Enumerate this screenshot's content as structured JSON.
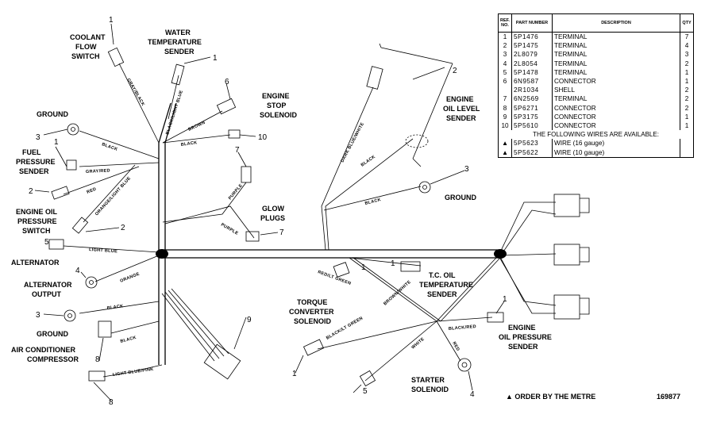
{
  "labels": {
    "coolant_flow_switch": [
      "COOLANT",
      "FLOW",
      "SWITCH"
    ],
    "water_temp_sender": [
      "WATER",
      "TEMPERATURE",
      "SENDER"
    ],
    "engine_stop_solenoid": [
      "ENGINE",
      "STOP",
      "SOLENOID"
    ],
    "ground_top": "GROUND",
    "fuel_pressure_sender": [
      "FUEL",
      "PRESSURE",
      "SENDER"
    ],
    "engine_oil_pressure_switch": [
      "ENGINE OIL",
      "PRESSURE",
      "SWITCH"
    ],
    "alternator": "ALTERNATOR",
    "alternator_output": [
      "ALTERNATOR",
      "OUTPUT"
    ],
    "ground_left": "GROUND",
    "ac_compressor": [
      "AIR CONDITIONER",
      "COMPRESSOR"
    ],
    "glow_plugs": [
      "GLOW",
      "PLUGS"
    ],
    "engine_oil_level_sender": [
      "ENGINE",
      "OIL LEVEL",
      "SENDER"
    ],
    "ground_right": "GROUND",
    "tc_oil_temp_sender": [
      "T.C. OIL",
      "TEMPERATURE",
      "SENDER"
    ],
    "torque_converter_solenoid": [
      "TORQUE",
      "CONVERTER",
      "SOLENOID"
    ],
    "engine_oil_pressure_sender": [
      "ENGINE",
      "OIL PRESSURE",
      "SENDER"
    ],
    "starter_solenoid": [
      "STARTER",
      "SOLENOID"
    ]
  },
  "wire_labels": {
    "gray_black": "GRAY/BLACK",
    "black_lt_blue": "BLACK/LIGHT BLUE",
    "brown": "BROWN",
    "black_stop": "BLACK",
    "black_ground": "BLACK",
    "gray_red": "GRAY/RED",
    "red": "RED",
    "orange_lt_blue": "ORANGE/LIGHT BLUE",
    "purple_1": "PURPLE",
    "purple_2": "PURPLE",
    "light_blue": "LIGHT BLUE",
    "orange": "ORANGE",
    "black_alt_ground": "BLACK",
    "black_ac": "BLACK",
    "lt_blue_pink": "LIGHT BLUE/PINK",
    "dark_blue_white": "DARK BLUE/WHITE",
    "black_oil_level": "BLACK",
    "black_ground_right": "BLACK",
    "red_lt_green": "RED/LT GREEN",
    "brown_white": "BROWN/WHITE",
    "black_lt_green": "BLACK/LT GREEN",
    "black_red": "BLACK/RED",
    "white": "WHITE",
    "red_starter": "RED"
  },
  "ref_numbers": {
    "coolant": "1",
    "water_temp": "1",
    "stop_sol": "6",
    "stop_sol_2": "10",
    "ground_top": "3",
    "fuel_pres": "1",
    "oil_pres_sw": "2",
    "oil_pres_sw_2": "2",
    "glow_top": "7",
    "glow_bot": "7",
    "alternator": "5",
    "alt_output": "4",
    "ground_left": "3",
    "ac_1": "8",
    "ac_2": "8",
    "connector_9": "9",
    "oil_level": "2",
    "ground_right": "3",
    "tc_temp_1": "1",
    "tc_temp_2": "1",
    "tc_sol": "1",
    "oil_pres_sender": "1",
    "starter_5": "5",
    "starter_4": "4"
  },
  "parts_table": {
    "headers": {
      "ref": "REF. NO.",
      "part": "PART NUMBER",
      "desc": "DESCRIPTION",
      "qty": "QTY"
    },
    "rows": [
      {
        "ref": "1",
        "part": "5P1476",
        "desc": "TERMINAL",
        "qty": "7"
      },
      {
        "ref": "2",
        "part": "5P1475",
        "desc": "TERMINAL",
        "qty": "4"
      },
      {
        "ref": "3",
        "part": "2L8079",
        "desc": "TERMINAL",
        "qty": "3"
      },
      {
        "ref": "4",
        "part": "2L8054",
        "desc": "TERMINAL",
        "qty": "2"
      },
      {
        "ref": "5",
        "part": "5P1478",
        "desc": "TERMINAL",
        "qty": "1"
      },
      {
        "ref": "6",
        "part": "6N9587",
        "desc": "CONNECTOR",
        "qty": "1"
      },
      {
        "ref": "",
        "part": "2R1034",
        "desc": "SHELL",
        "qty": "2"
      },
      {
        "ref": "7",
        "part": "6N2569",
        "desc": "TERMINAL",
        "qty": "2"
      },
      {
        "ref": "8",
        "part": "5P6271",
        "desc": "CONNECTOR",
        "qty": "2"
      },
      {
        "ref": "9",
        "part": "5P3175",
        "desc": "CONNECTOR",
        "qty": "1"
      },
      {
        "ref": "10",
        "part": "5P5610",
        "desc": "CONNECTOR",
        "qty": "1"
      }
    ],
    "note": "THE FOLLOWING WIRES ARE AVAILABLE:",
    "wires": [
      {
        "part": "5P5623",
        "desc": "WIRE (16 gauge)"
      },
      {
        "part": "5P5622",
        "desc": "WIRE (10 gauge)"
      }
    ],
    "wire_symbol": "▲"
  },
  "footer": {
    "note": "▲ ORDER BY THE METRE",
    "doc_number": "169877"
  }
}
